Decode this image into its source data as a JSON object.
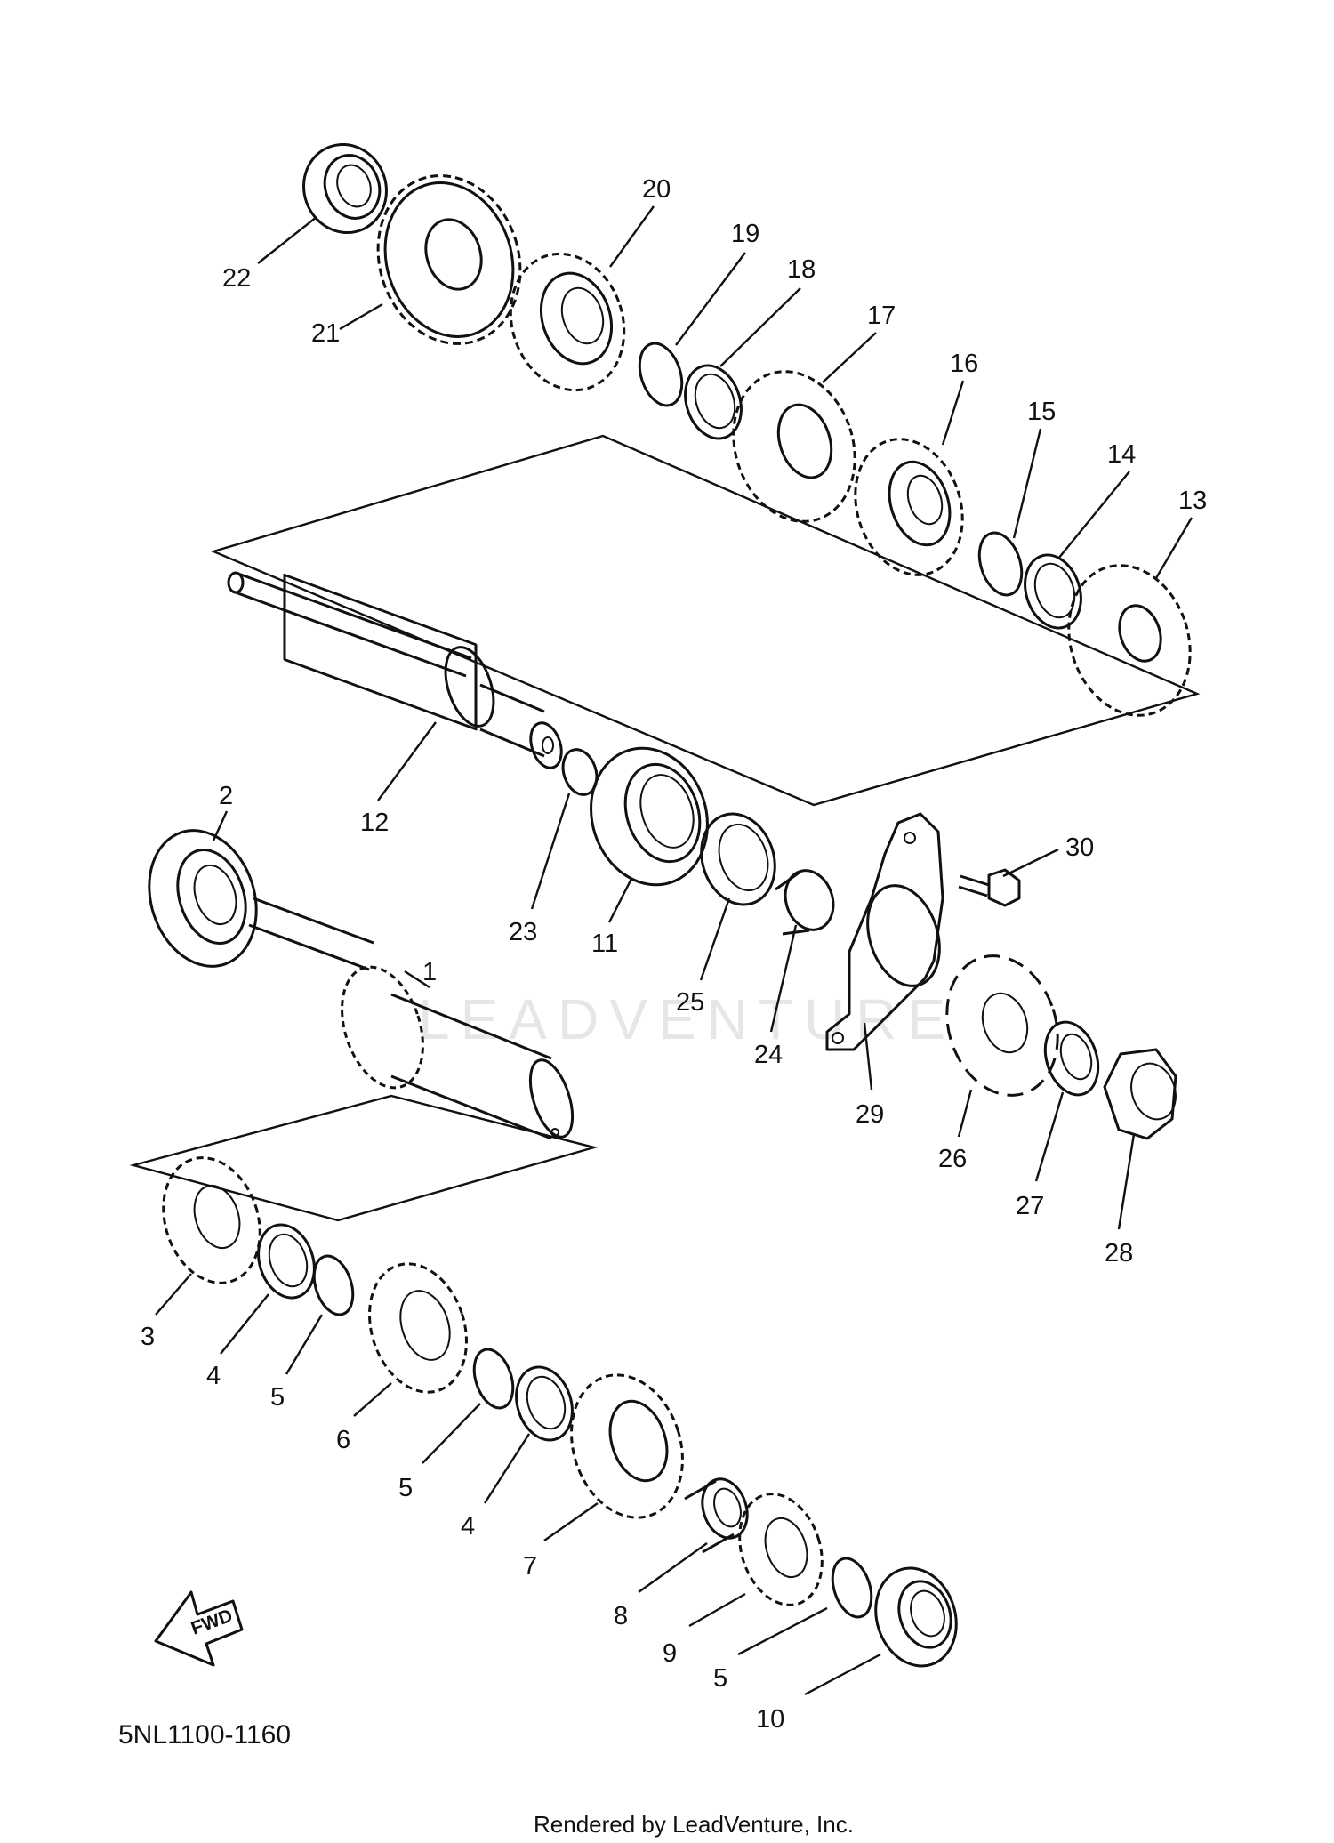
{
  "diagram_code": "5NL1100-1160",
  "credit": "Rendered by LeadVenture, Inc.",
  "watermark": "LEADVENTURE",
  "fwd_label": "FWD",
  "callouts": [
    {
      "id": "c22",
      "label": "22"
    },
    {
      "id": "c21",
      "label": "21"
    },
    {
      "id": "c20",
      "label": "20"
    },
    {
      "id": "c19",
      "label": "19"
    },
    {
      "id": "c18",
      "label": "18"
    },
    {
      "id": "c17",
      "label": "17"
    },
    {
      "id": "c16",
      "label": "16"
    },
    {
      "id": "c15",
      "label": "15"
    },
    {
      "id": "c14",
      "label": "14"
    },
    {
      "id": "c13",
      "label": "13"
    },
    {
      "id": "c12",
      "label": "12"
    },
    {
      "id": "c23",
      "label": "23"
    },
    {
      "id": "c11",
      "label": "11"
    },
    {
      "id": "c25",
      "label": "25"
    },
    {
      "id": "c24",
      "label": "24"
    },
    {
      "id": "c30",
      "label": "30"
    },
    {
      "id": "c29",
      "label": "29"
    },
    {
      "id": "c26",
      "label": "26"
    },
    {
      "id": "c27",
      "label": "27"
    },
    {
      "id": "c28",
      "label": "28"
    },
    {
      "id": "c2",
      "label": "2"
    },
    {
      "id": "c1",
      "label": "1"
    },
    {
      "id": "c3",
      "label": "3"
    },
    {
      "id": "c4a",
      "label": "4"
    },
    {
      "id": "c5a",
      "label": "5"
    },
    {
      "id": "c6",
      "label": "6"
    },
    {
      "id": "c5b",
      "label": "5"
    },
    {
      "id": "c4b",
      "label": "4"
    },
    {
      "id": "c7",
      "label": "7"
    },
    {
      "id": "c8",
      "label": "8"
    },
    {
      "id": "c9",
      "label": "9"
    },
    {
      "id": "c5c",
      "label": "5"
    },
    {
      "id": "c10",
      "label": "10"
    }
  ]
}
